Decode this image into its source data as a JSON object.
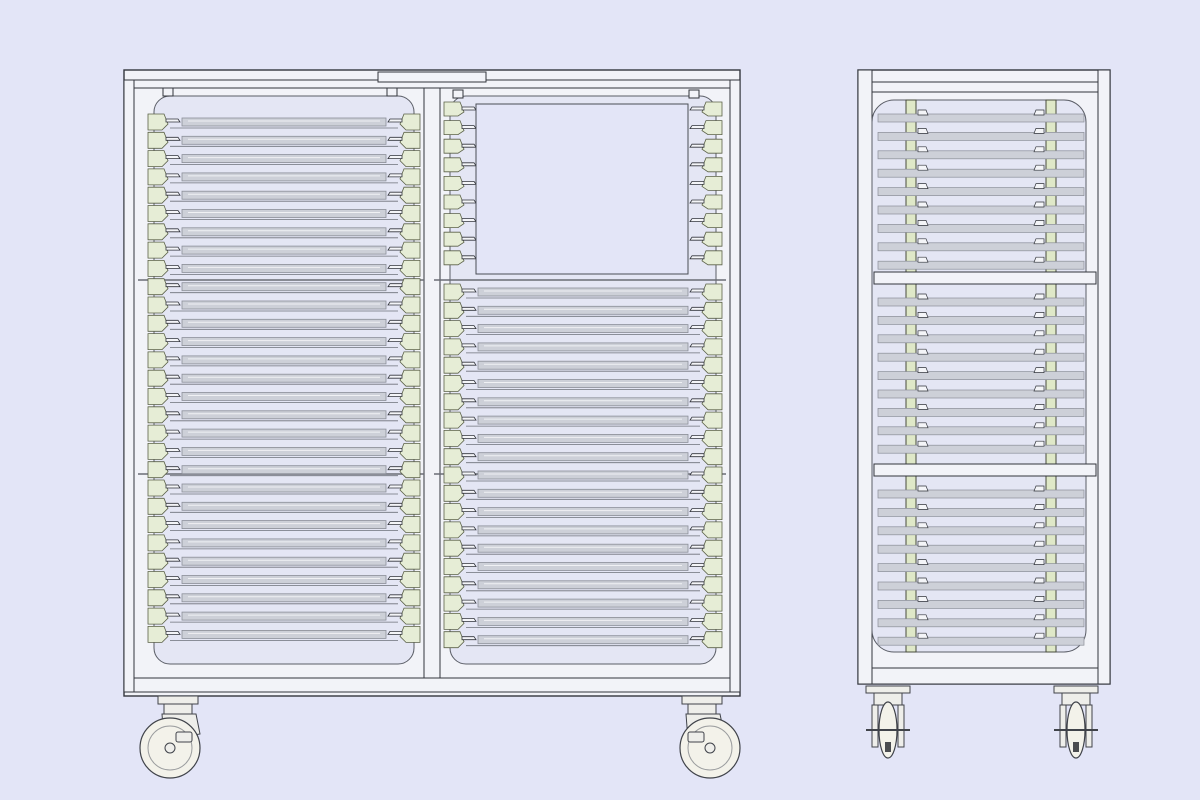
{
  "colors": {
    "background": "#e3e5f7",
    "frame_fill": "#f2f3f8",
    "frame_stroke": "#33363d",
    "panel_fill": "#e4e6f4",
    "tray_fill": "#cdd0d8",
    "tray_stroke": "#8a8e98",
    "bracket_fill": "#e6edd6",
    "bracket_stroke": "#5b6148",
    "clip_fill": "#f4f5f8",
    "caster_fill": "#eeeeea",
    "caster_stroke": "#40434a",
    "tire_fill": "#f3f2ea",
    "rail_stripe": "#dfe8c8"
  },
  "views": [
    {
      "name": "front-view",
      "bays": [
        {
          "name": "left-bay",
          "tray_count": 29,
          "empty_tray_count": 0
        },
        {
          "name": "right-bay",
          "tray_count": 20,
          "empty_tray_count": 9
        }
      ],
      "casters": 2
    },
    {
      "name": "side-view",
      "shelf_sections": 3,
      "tray_slots_per_section": [
        9,
        9,
        9
      ],
      "casters": 2
    }
  ]
}
